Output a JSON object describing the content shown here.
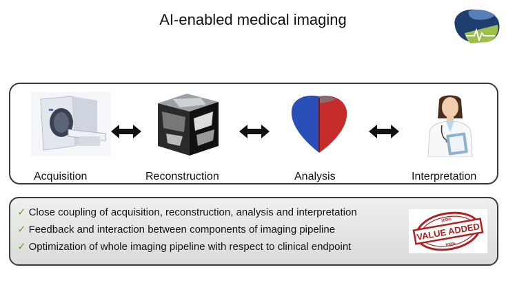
{
  "title": "AI-enabled medical imaging",
  "pipeline": {
    "stages": [
      {
        "label": "Acquisition",
        "image": "mri-scanner-image"
      },
      {
        "label": "Reconstruction",
        "image": "image-volume-cube"
      },
      {
        "label": "Analysis",
        "image": "heart-segmentation-model"
      },
      {
        "label": "Interpretation",
        "image": "doctor-with-clipboard"
      }
    ],
    "connector": "double-headed-arrow"
  },
  "benefits": {
    "items": [
      "Close coupling of acquisition, reconstruction, analysis and interpretation",
      "Feedback and interaction between components of imaging pipeline",
      "Optimization of whole imaging pipeline with respect to clinical endpoint"
    ],
    "bullet_icon": "check-mark",
    "stamp": {
      "text": "VALUE ADDED",
      "top_text": "100%",
      "bottom_text": "100%",
      "color": "#b02020"
    }
  },
  "colors": {
    "check": "#6ea22e",
    "border": "#3a3a3a",
    "stamp": "#b02020"
  }
}
